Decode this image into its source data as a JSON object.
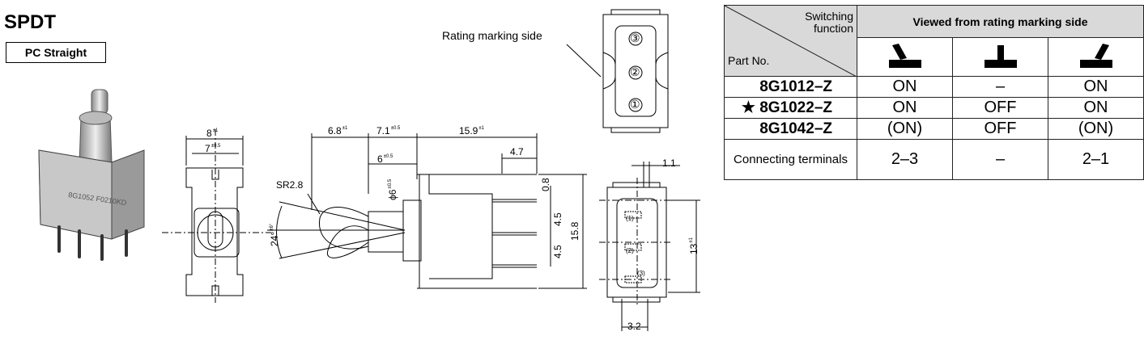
{
  "title": "SPDT",
  "variant": "PC Straight",
  "rating_side_label": "Rating marking side",
  "dims": {
    "w8": "8",
    "w8_tol": "±1",
    "w7": "7",
    "w7_tol": "±0.5",
    "d68": "6.8",
    "d68_tol": "±1",
    "d71": "7.1",
    "d71_tol": "±0.5",
    "d159": "15.9",
    "d159_tol": "±1",
    "d47": "4.7",
    "d6": "6",
    "d6_tol": "±0.5",
    "sr": "SR2.8",
    "phi6": "ϕ6",
    "phi6_tol": "±0.5",
    "ang": "24°",
    "ang_tol": "±6°",
    "d08": "0.8",
    "d45a": "4.5",
    "d45b": "4.5",
    "d158": "15.8",
    "d11": "1.1",
    "d13": "13",
    "d13_tol": "±1",
    "d32": "3.2",
    "t1": "(1)",
    "t2": "(2)",
    "t3": "(3)"
  },
  "terminals_circle": [
    "③",
    "②",
    "①"
  ],
  "photo_marking": "8G1052 F0210KD",
  "table": {
    "header_function": "Switching function",
    "header_part": "Part No.",
    "header_view": "Viewed from rating marking side",
    "rows": [
      {
        "star": "",
        "part": "8G1012–Z",
        "c1": "ON",
        "c2": "–",
        "c3": "ON"
      },
      {
        "star": "★",
        "part": "8G1022–Z",
        "c1": "ON",
        "c2": "OFF",
        "c3": "ON"
      },
      {
        "star": "",
        "part": "8G1042–Z",
        "c1": "(ON)",
        "c2": "OFF",
        "c3": "(ON)"
      }
    ],
    "conn_label": "Connecting terminals",
    "conn": {
      "c1": "2–3",
      "c2": "–",
      "c3": "2–1"
    }
  }
}
